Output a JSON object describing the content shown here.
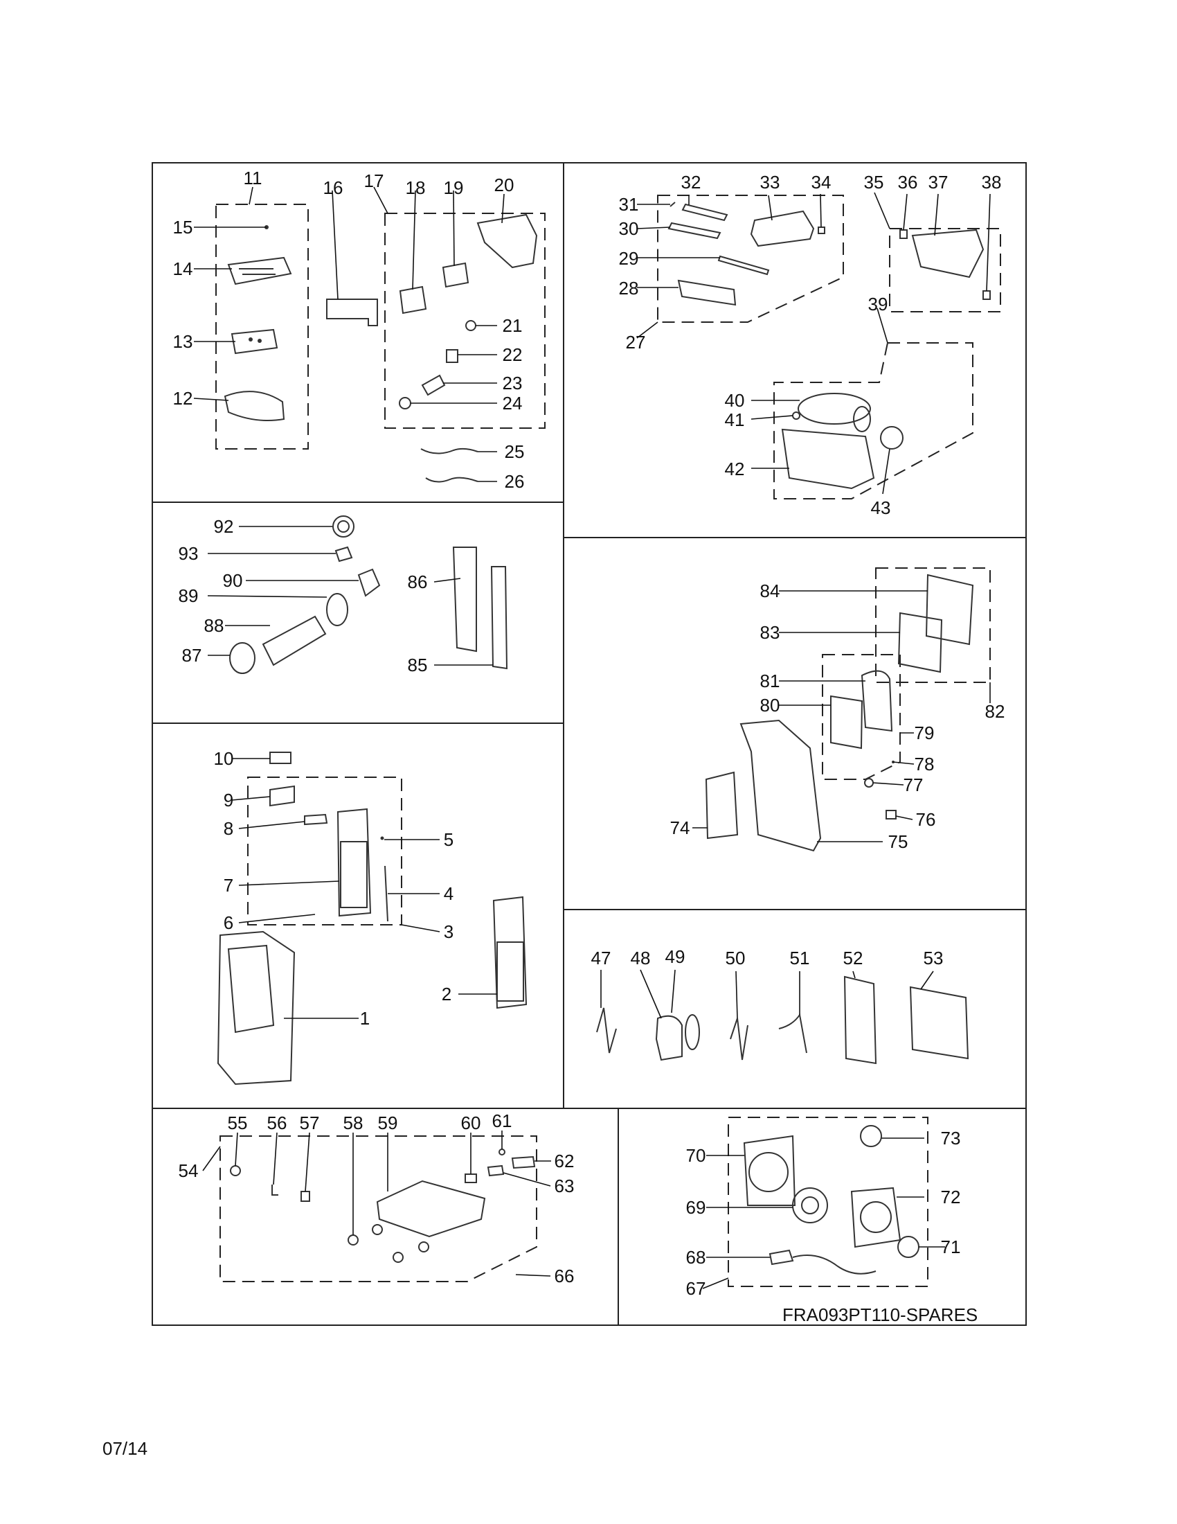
{
  "document_code": "FRA093PT110-SPARES",
  "date": "07/14",
  "panels": {
    "control_panel": [
      "11",
      "12",
      "13",
      "14",
      "15",
      "16",
      "17",
      "18",
      "19",
      "20",
      "21",
      "22",
      "23",
      "24",
      "25",
      "26"
    ],
    "top_cover_and_fan": [
      "27",
      "28",
      "29",
      "30",
      "31",
      "32",
      "33",
      "34",
      "35",
      "36",
      "37",
      "38",
      "39",
      "40",
      "41",
      "42",
      "43"
    ],
    "exhaust_kit": [
      "85",
      "86",
      "87",
      "88",
      "89",
      "90",
      "92",
      "93"
    ],
    "rear_panel_filters": [
      "74",
      "75",
      "76",
      "77",
      "78",
      "79",
      "80",
      "81",
      "82",
      "83",
      "84"
    ],
    "front_panel": [
      "1",
      "2",
      "3",
      "4",
      "5",
      "6",
      "7",
      "8",
      "9",
      "10"
    ],
    "refrigeration": [
      "47",
      "48",
      "49",
      "50",
      "51",
      "52",
      "53"
    ],
    "base_pan": [
      "54",
      "55",
      "56",
      "57",
      "58",
      "59",
      "60",
      "61",
      "62",
      "63",
      "66"
    ],
    "blower_and_power": [
      "67",
      "68",
      "69",
      "70",
      "71",
      "72",
      "73"
    ]
  }
}
